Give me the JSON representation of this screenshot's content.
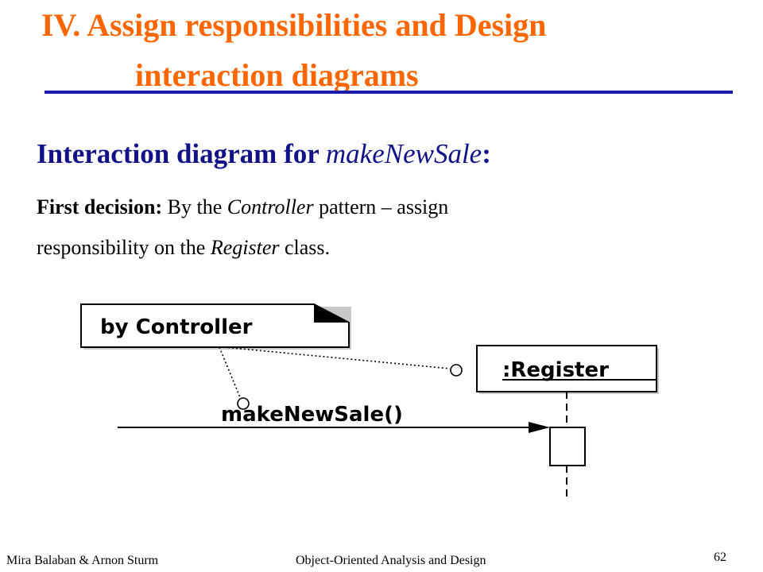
{
  "slide": {
    "title_line_1": "IV. Assign responsibilities and Design",
    "title_line_2": "interaction diagrams",
    "heading_prefix": "Interaction diagram for ",
    "heading_emph": "makeNewSale",
    "heading_suffix": ":",
    "body": {
      "lead_bold": "First decision:",
      "line1_a": " By the ",
      "line1_emph": "Controller",
      "line1_b": " pattern – assign",
      "line2_a": "responsibility on the ",
      "line2_emph": "Register",
      "line2_b": " class."
    },
    "colors": {
      "title": "#ff6600",
      "rule": "#1a1aa8",
      "heading": "#111188"
    }
  },
  "diagram": {
    "note_label": "by Controller",
    "lifeline_label": ":Register",
    "message_label": "makeNewSale()"
  },
  "footer": {
    "authors": "Mira Balaban  &  Arnon Sturm",
    "course": "Object-Oriented Analysis and Design",
    "page_number": "62"
  }
}
